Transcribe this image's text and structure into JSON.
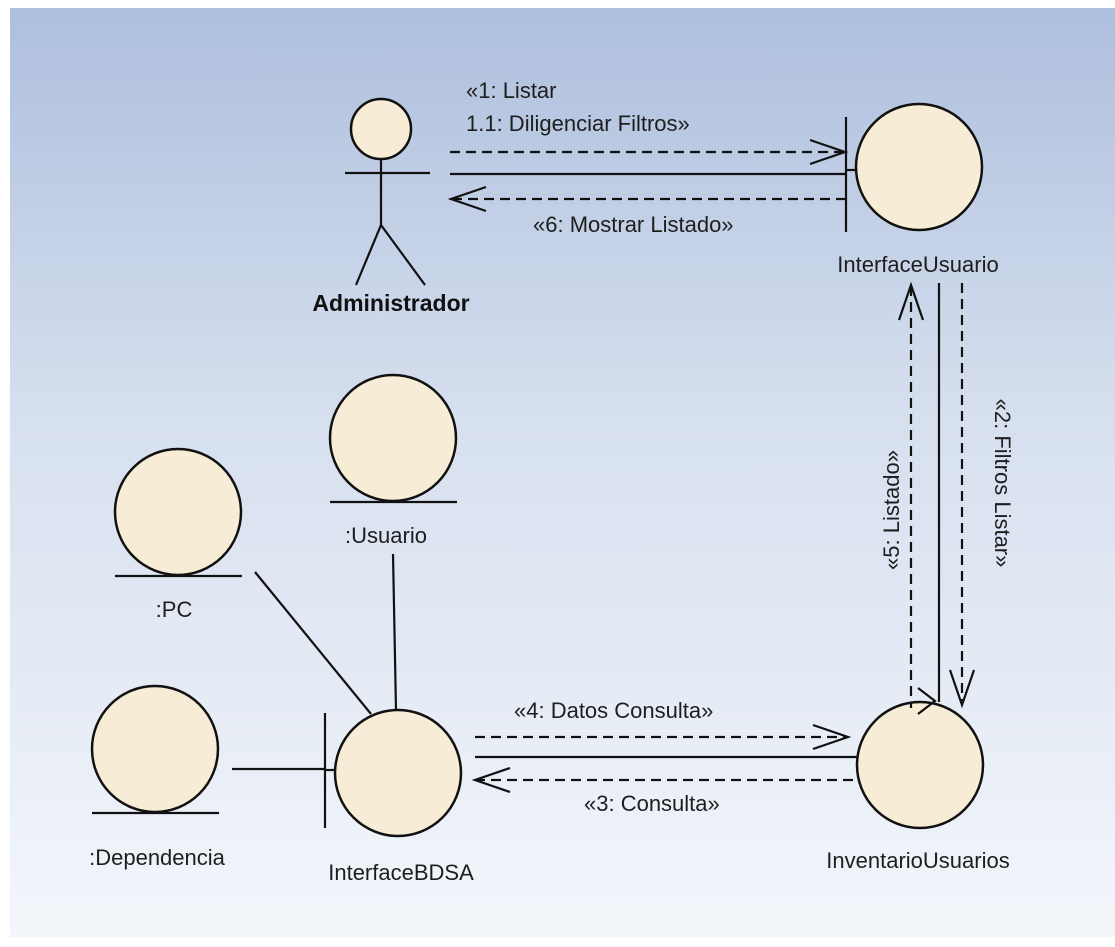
{
  "nodes": {
    "administrador": {
      "label": "Administrador",
      "kind": "actor"
    },
    "interface_usuario": {
      "label": "InterfaceUsuario",
      "kind": "boundary"
    },
    "inventario_usuarios": {
      "label": "InventarioUsuarios",
      "kind": "control"
    },
    "interface_bdsa": {
      "label": "InterfaceBDSA",
      "kind": "boundary"
    },
    "usuario": {
      "label": ":Usuario",
      "kind": "entity"
    },
    "pc": {
      "label": ":PC",
      "kind": "entity"
    },
    "dependencia": {
      "label": ":Dependencia",
      "kind": "entity"
    }
  },
  "messages": {
    "m1_line1": "«1: Listar",
    "m1_line2": "1.1: Diligenciar Filtros»",
    "m6": "«6: Mostrar Listado»",
    "m2": "«2: Filtros Listar»",
    "m5": "«5: Listado»",
    "m4": "«4: Datos Consulta»",
    "m3": "«3: Consulta»"
  }
}
